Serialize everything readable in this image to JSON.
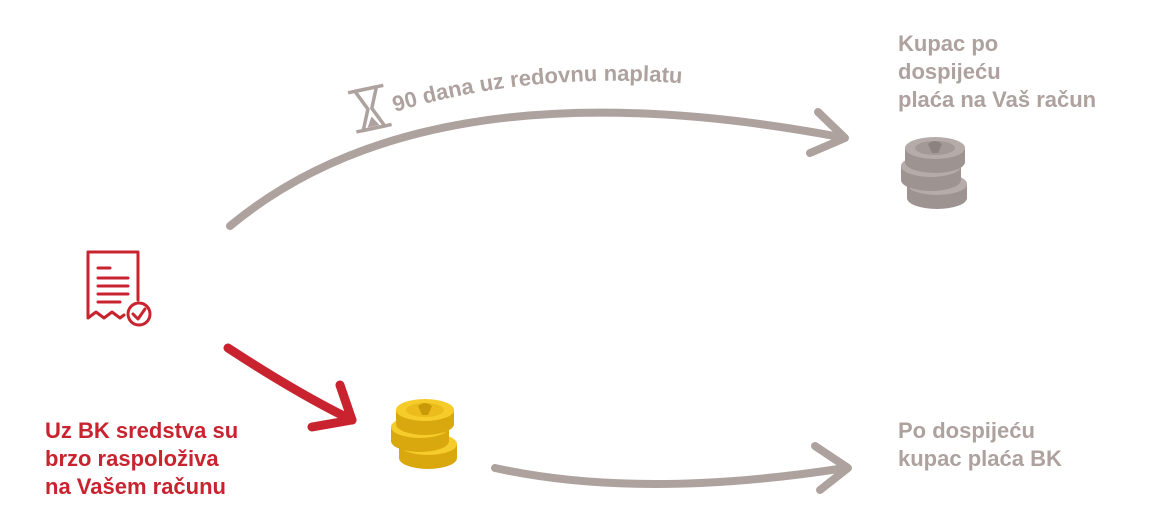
{
  "labels": {
    "customer_pays": [
      "Kupac po",
      "dospijeću",
      "plaća na Vaš račun"
    ],
    "bk_funds": [
      "Uz BK sredstva su",
      "brzo raspoloživa",
      "na Vašem računu"
    ],
    "due_bk": [
      "Po dospijeću",
      "kupac plaća BK"
    ],
    "arc_text": "90 dana uz redovnu naplatu"
  },
  "icons": {
    "invoice": "invoice-check-icon",
    "hourglass": "hourglass-icon",
    "coins_gray": "coin-stack-icon",
    "coins_gold": "coin-stack-icon"
  },
  "colors": {
    "gray": "#aea29f",
    "red": "#c8232f",
    "gold": "#f2c21b",
    "coin_gray": "#9d9492"
  }
}
